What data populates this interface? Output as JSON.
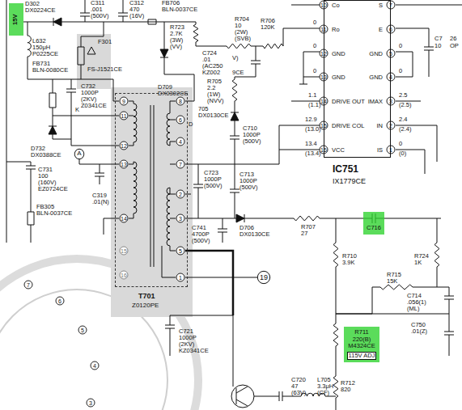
{
  "diagram": {
    "nodes": [
      {
        "text": [
          "15V"
        ]
      },
      {
        "text": [
          "A"
        ]
      },
      {
        "text": [
          "T701",
          "Z0120PE"
        ]
      },
      {
        "text": [
          "IC751",
          "IX1779CE",
          "Co",
          "Ro",
          "GND",
          "GND",
          "DRIVE OUT",
          "DRIVE COL",
          "VCC",
          "S",
          "E",
          "GND",
          "GND",
          "IMAX",
          "IN",
          "IS"
        ]
      },
      {
        "text": [
          "19"
        ]
      },
      {
        "text": [
          "C716"
        ]
      },
      {
        "text": [
          "R711",
          "220(B)",
          "M4324CE",
          "115V ADJ"
        ]
      }
    ],
    "edges": [
      {
        "from": 2,
        "to": 4,
        "arrow": "none"
      }
    ],
    "labels": [
      "D302",
      "DX0224CE",
      "C311",
      ".001",
      "(500V)",
      "C312",
      "470",
      "(16V)",
      "FB706",
      "BLN-0037CE",
      "R723",
      "2.7K",
      "(3W)",
      "(VV)",
      "R704",
      "10",
      "(2W)",
      "(SVB)",
      "R706",
      "120K",
      "L632",
      "150μH",
      "P0225CE",
      "F301",
      "FS-J1521CE",
      "FB731",
      "BLN-0080CE",
      "C724",
      ".01",
      "(AC250",
      "V)",
      "KZ002",
      "9CE",
      "D709",
      "DX0302CE",
      "R705",
      "2.2",
      "(1W)",
      "(NVV)",
      "705",
      "DX0130CE",
      "D",
      "C732",
      "1000P",
      "(2KV)",
      "Z0341CE",
      "K",
      "D732",
      "DX0388CE",
      "C731",
      "100",
      "(160V)",
      "EZ0724CE",
      "C319",
      ".01(N)",
      "FB305",
      "BLN-0037CE",
      "C710",
      "1000P",
      "(500V)",
      "C723",
      "1000P",
      "(500V)",
      "C713",
      "1000P",
      "(500V)",
      "C741",
      "4700P",
      "(500V)",
      "D706",
      "DX0130CE",
      "R707",
      "27",
      "R710",
      "3.9K",
      "R724",
      "1K",
      "R715",
      "15K",
      "C714",
      ".056(1)",
      "(ML)",
      "C750",
      ".01(Z)",
      "C721",
      "1000P",
      "(2KV)",
      "KZ0341CE",
      "C720",
      "47",
      "(63V)",
      "L705",
      "3.3μH",
      "(CF)",
      "R712",
      "820",
      "C7",
      "26",
      "10",
      "OP",
      "0",
      "0",
      "0",
      "1.1",
      "(1.1)",
      "12.9",
      "(13.0)",
      "13.4",
      "(13.4)",
      "0",
      "0",
      "2.5",
      "(2.5)",
      "2.4",
      "(2.4)",
      "0",
      "(0)",
      "10",
      "11",
      "12",
      "13",
      "14",
      "15",
      "16",
      "7",
      "6",
      "5",
      "4",
      "3",
      "2",
      "1",
      "9",
      "11",
      "12",
      "13",
      "14",
      "15",
      "16",
      "8",
      "6",
      "4",
      "7",
      "2",
      "3",
      "5",
      "1",
      "7",
      "6",
      "5",
      "4",
      "3"
    ]
  }
}
